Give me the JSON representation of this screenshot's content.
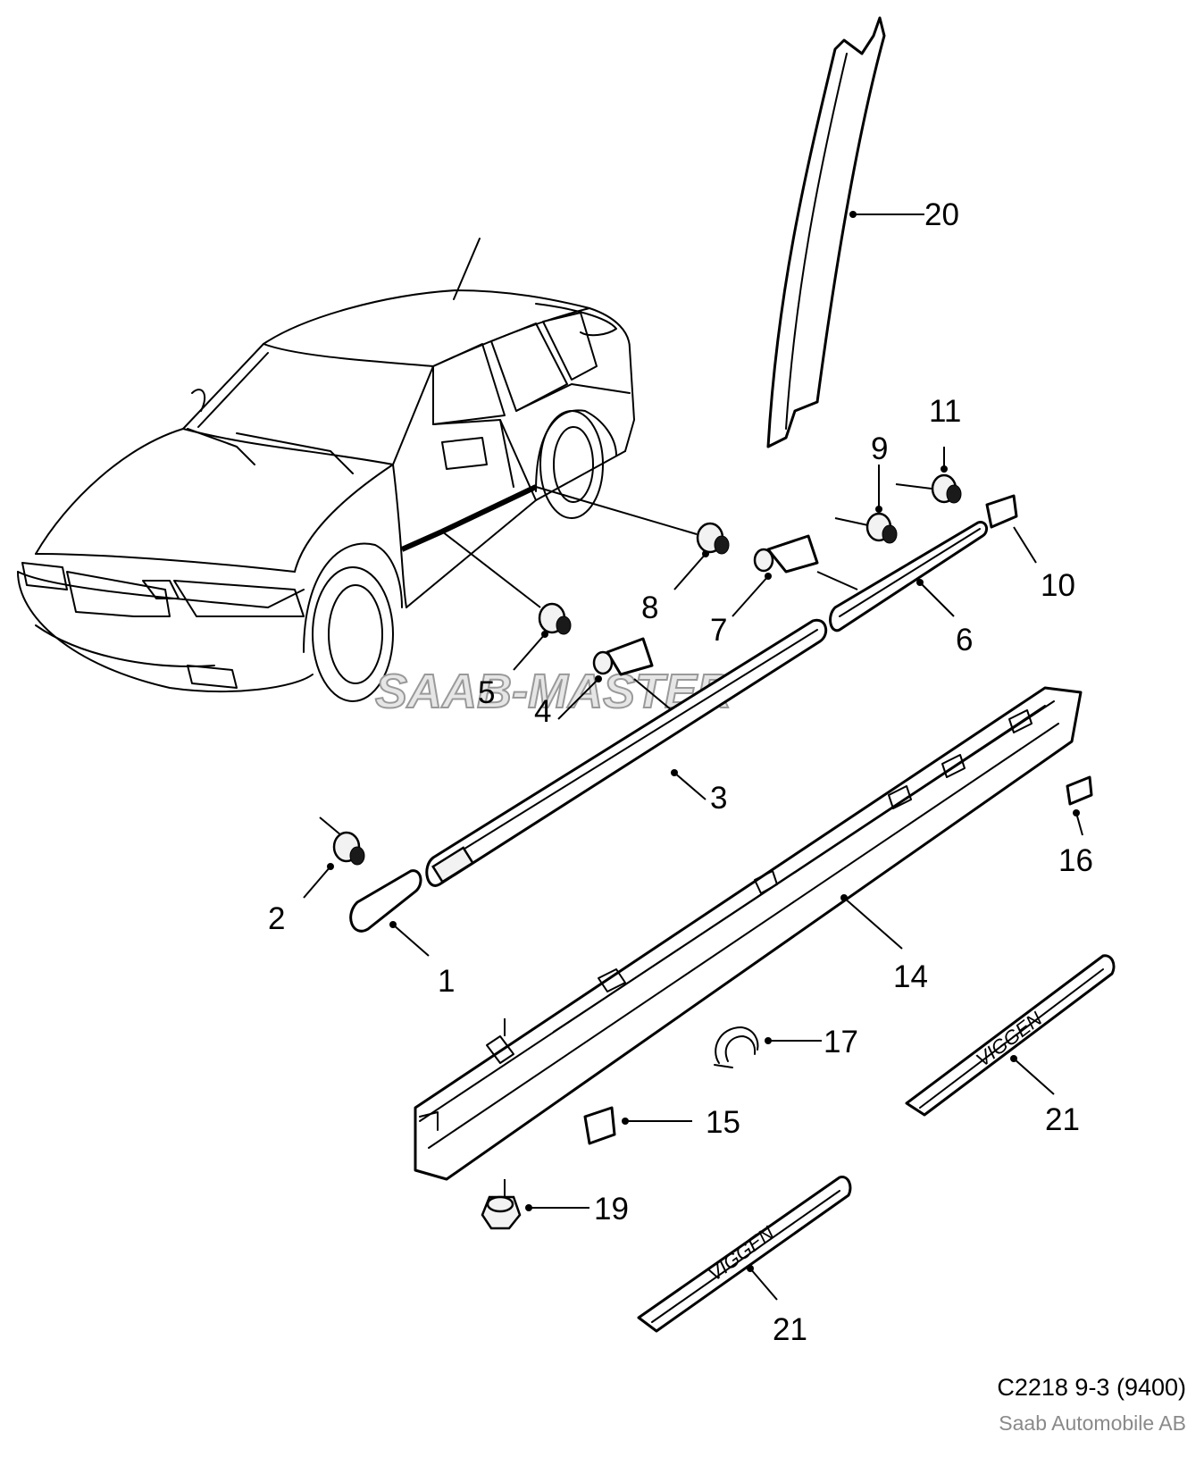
{
  "callouts": {
    "c1": "1",
    "c2": "2",
    "c3": "3",
    "c4": "4",
    "c5": "5",
    "c6": "6",
    "c7": "7",
    "c8": "8",
    "c9": "9",
    "c10": "10",
    "c11": "11",
    "c14": "14",
    "c15": "15",
    "c16": "16",
    "c17": "17",
    "c19": "19",
    "c20": "20",
    "c21a": "21",
    "c21b": "21"
  },
  "sill_script": "VIGGEN",
  "watermark": "SAAB-MASTER",
  "footer": {
    "diagram_code": "C2218 9-3 (9400)",
    "manufacturer": "Saab Automobile AB"
  }
}
